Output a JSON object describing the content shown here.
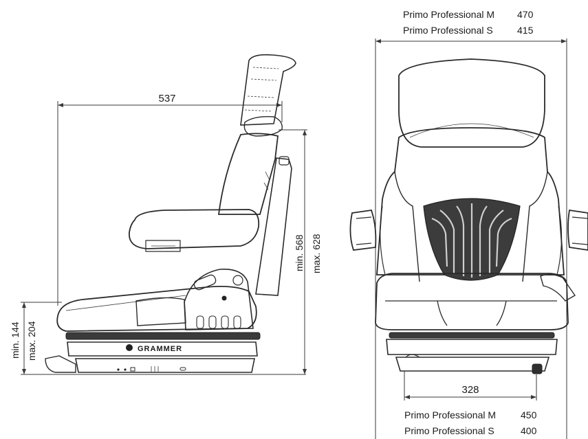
{
  "side_view": {
    "depth": "537",
    "height_back": "min. 568",
    "height_back_max": "max. 628",
    "height_seat": "min. 144",
    "height_seat_max": "max. 204",
    "brand": "GRAMMER"
  },
  "front_view": {
    "top_models": [
      {
        "name": "Primo Professional M",
        "value": "470"
      },
      {
        "name": "Primo Professional S",
        "value": "415"
      }
    ],
    "base_width": "328",
    "bottom_models": [
      {
        "name": "Primo Professional M",
        "value": "450"
      },
      {
        "name": "Primo Professional S",
        "value": "400"
      }
    ]
  }
}
